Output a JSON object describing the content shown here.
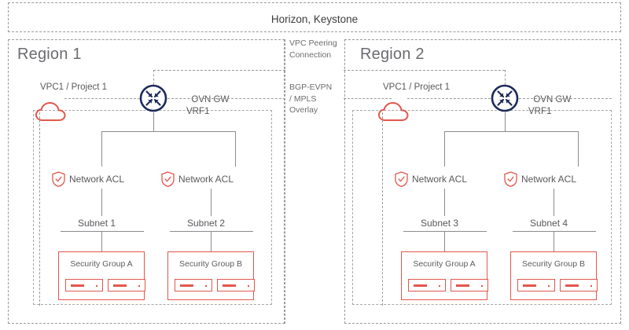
{
  "diagram": {
    "title_bar": {
      "label": "Horizon, Keystone"
    },
    "interconnect": {
      "peering_label": "VPC Peering\nConnection",
      "overlay_label": "BGP-EVPN\n/ MPLS\nOverlay"
    },
    "regions": [
      {
        "id": "region-1",
        "title": "Region 1",
        "vpc_label": "VPC1 / Project 1",
        "gateway_label": "OVN GW\nVRF1",
        "cloud_icon": "cloud-icon",
        "router_icon": "router-icon",
        "branches": [
          {
            "acl_label": "Network ACL",
            "acl_icon": "shield-check-icon",
            "subnet_label": "Subnet 1",
            "security_group": {
              "label": "Security Group A",
              "instances": [
                "instance-icon",
                "instance-icon"
              ]
            }
          },
          {
            "acl_label": "Network ACL",
            "acl_icon": "shield-check-icon",
            "subnet_label": "Subnet 2",
            "security_group": {
              "label": "Security Group B",
              "instances": [
                "instance-icon",
                "instance-icon"
              ]
            }
          }
        ]
      },
      {
        "id": "region-2",
        "title": "Region 2",
        "vpc_label": "VPC1 / Project 1",
        "gateway_label": "OVN GW\nVRF1",
        "cloud_icon": "cloud-icon",
        "router_icon": "router-icon",
        "branches": [
          {
            "acl_label": "Network ACL",
            "acl_icon": "shield-check-icon",
            "subnet_label": "Subnet 3",
            "security_group": {
              "label": "Security Group A",
              "instances": [
                "instance-icon",
                "instance-icon"
              ]
            }
          },
          {
            "acl_label": "Network ACL",
            "acl_icon": "shield-check-icon",
            "subnet_label": "Subnet 4",
            "security_group": {
              "label": "Security Group B",
              "instances": [
                "instance-icon",
                "instance-icon"
              ]
            }
          }
        ]
      }
    ],
    "colors": {
      "dashed_border": "#9a9a9e",
      "text": "#59595c",
      "accent_red": "#e2574c",
      "router_navy": "#1c2a58",
      "line_gray": "#8c8c90"
    }
  }
}
